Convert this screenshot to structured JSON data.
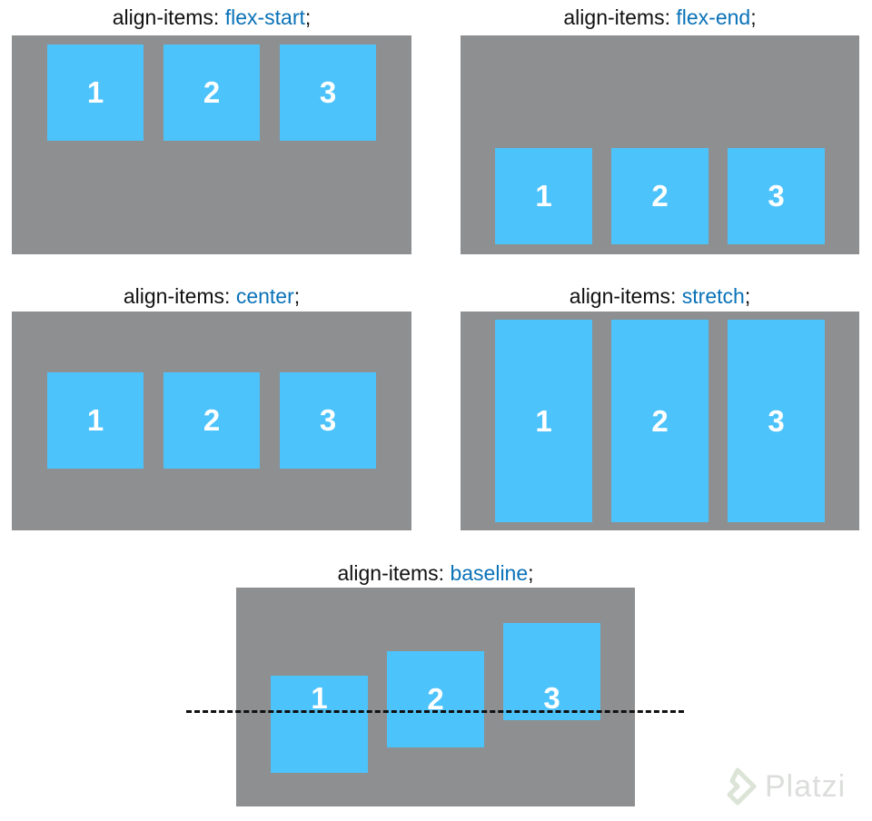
{
  "accent_colors": {
    "panel": "#8e8f91",
    "item": "#4dc3fb",
    "keyword": "#0a72b8"
  },
  "panels": [
    {
      "property": "align-items: ",
      "value": "flex-start",
      "semicolon": ";",
      "items": [
        "1",
        "2",
        "3"
      ]
    },
    {
      "property": "align-items: ",
      "value": "flex-end",
      "semicolon": ";",
      "items": [
        "1",
        "2",
        "3"
      ]
    },
    {
      "property": "align-items: ",
      "value": "center",
      "semicolon": ";",
      "items": [
        "1",
        "2",
        "3"
      ]
    },
    {
      "property": "align-items: ",
      "value": "stretch",
      "semicolon": ";",
      "items": [
        "1",
        "2",
        "3"
      ]
    },
    {
      "property": "align-items: ",
      "value": "baseline",
      "semicolon": ";",
      "items": [
        "1",
        "2",
        "3"
      ]
    }
  ],
  "watermark": {
    "text": "Platzi",
    "icon": "platzi-logo-icon"
  }
}
